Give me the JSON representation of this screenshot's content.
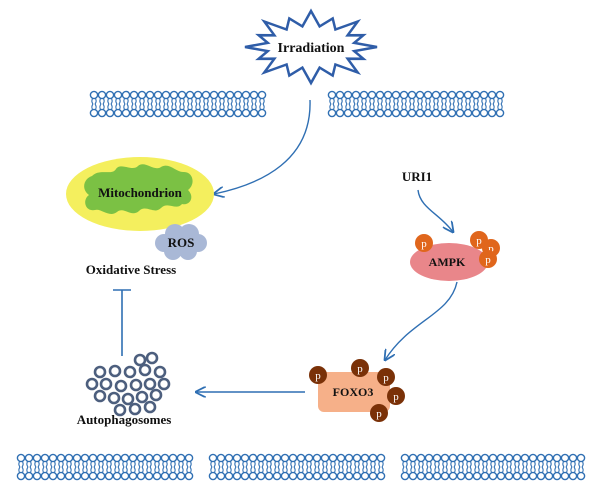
{
  "labels": {
    "irradiation": "Irradiation",
    "mitochondrion": "Mitochondrion",
    "ros": "ROS",
    "oxidative_stress": "Oxidative Stress",
    "uri1": "URI1",
    "ampk": "AMPK",
    "foxo3": "FOXO3",
    "autophagosomes": "Autophagosomes",
    "phospho": "p"
  },
  "colors": {
    "membrane": "#2f6fb3",
    "arrow": "#2f6fb3",
    "starburst_stroke": "#2f5da8",
    "mito_outer": "#f4ef5e",
    "mito_inner": "#7bc144",
    "ros_cloud": "#a9b8d6",
    "ampk_fill": "#e9868a",
    "ampk_phospho": "#e0661c",
    "foxo3_fill": "#f6b089",
    "foxo3_phospho": "#7a3108",
    "autophagosome_stroke": "#4d5f7e"
  },
  "icons": [
    "starburst-icon",
    "membrane-bilayer-icon",
    "mitochondrion-icon",
    "ros-cloud-icon",
    "autophagosome-cluster-icon",
    "phosphate-icon"
  ]
}
